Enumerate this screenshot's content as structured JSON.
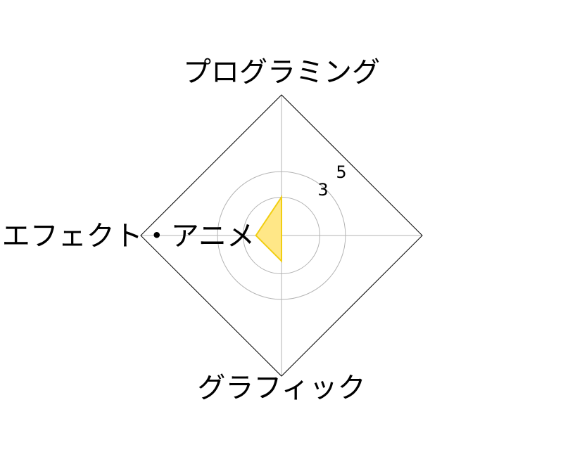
{
  "chart_data": {
    "type": "radar",
    "axes": [
      "プログラミング",
      "エフェクト・アニメ",
      "グラフィック"
    ],
    "series": [
      {
        "values": [
          3,
          2,
          2
        ]
      }
    ],
    "rmax": 11,
    "rings": [
      3,
      5
    ],
    "tick_labels": [
      "3",
      "5"
    ],
    "grid": true,
    "colors": {
      "fill": "#ffe787",
      "stroke": "#f1ce12",
      "grid": "#b3b3b3",
      "frame": "#000000"
    }
  }
}
